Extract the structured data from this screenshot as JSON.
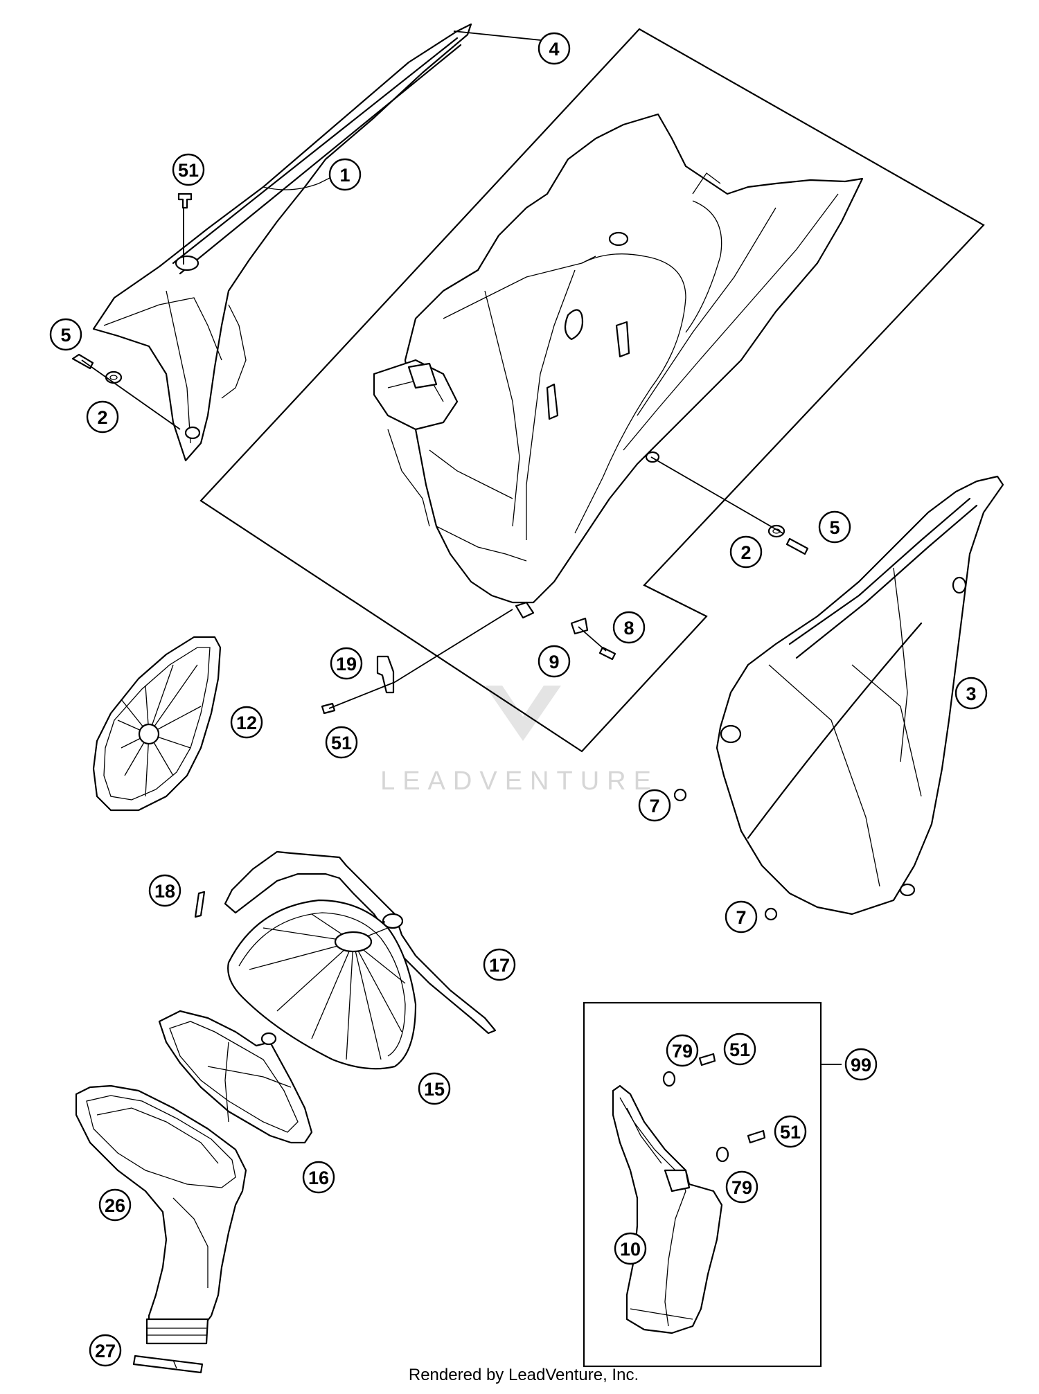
{
  "callouts": [
    {
      "id": "c1",
      "label": "1"
    },
    {
      "id": "c2a",
      "label": "2"
    },
    {
      "id": "c2b",
      "label": "2"
    },
    {
      "id": "c3",
      "label": "3"
    },
    {
      "id": "c4",
      "label": "4"
    },
    {
      "id": "c5a",
      "label": "5"
    },
    {
      "id": "c5b",
      "label": "5"
    },
    {
      "id": "c7a",
      "label": "7"
    },
    {
      "id": "c7b",
      "label": "7"
    },
    {
      "id": "c8",
      "label": "8"
    },
    {
      "id": "c9",
      "label": "9"
    },
    {
      "id": "c10",
      "label": "10"
    },
    {
      "id": "c12",
      "label": "12"
    },
    {
      "id": "c15",
      "label": "15"
    },
    {
      "id": "c16",
      "label": "16"
    },
    {
      "id": "c17",
      "label": "17"
    },
    {
      "id": "c18",
      "label": "18"
    },
    {
      "id": "c19",
      "label": "19"
    },
    {
      "id": "c26",
      "label": "26"
    },
    {
      "id": "c27",
      "label": "27"
    },
    {
      "id": "c51a",
      "label": "51"
    },
    {
      "id": "c51b",
      "label": "51"
    },
    {
      "id": "c51c",
      "label": "51"
    },
    {
      "id": "c51d",
      "label": "51"
    },
    {
      "id": "c79a",
      "label": "79"
    },
    {
      "id": "c79b",
      "label": "79"
    },
    {
      "id": "c99",
      "label": "99"
    }
  ],
  "watermark": "LEADVENTURE",
  "footer": "Rendered by LeadVenture, Inc."
}
